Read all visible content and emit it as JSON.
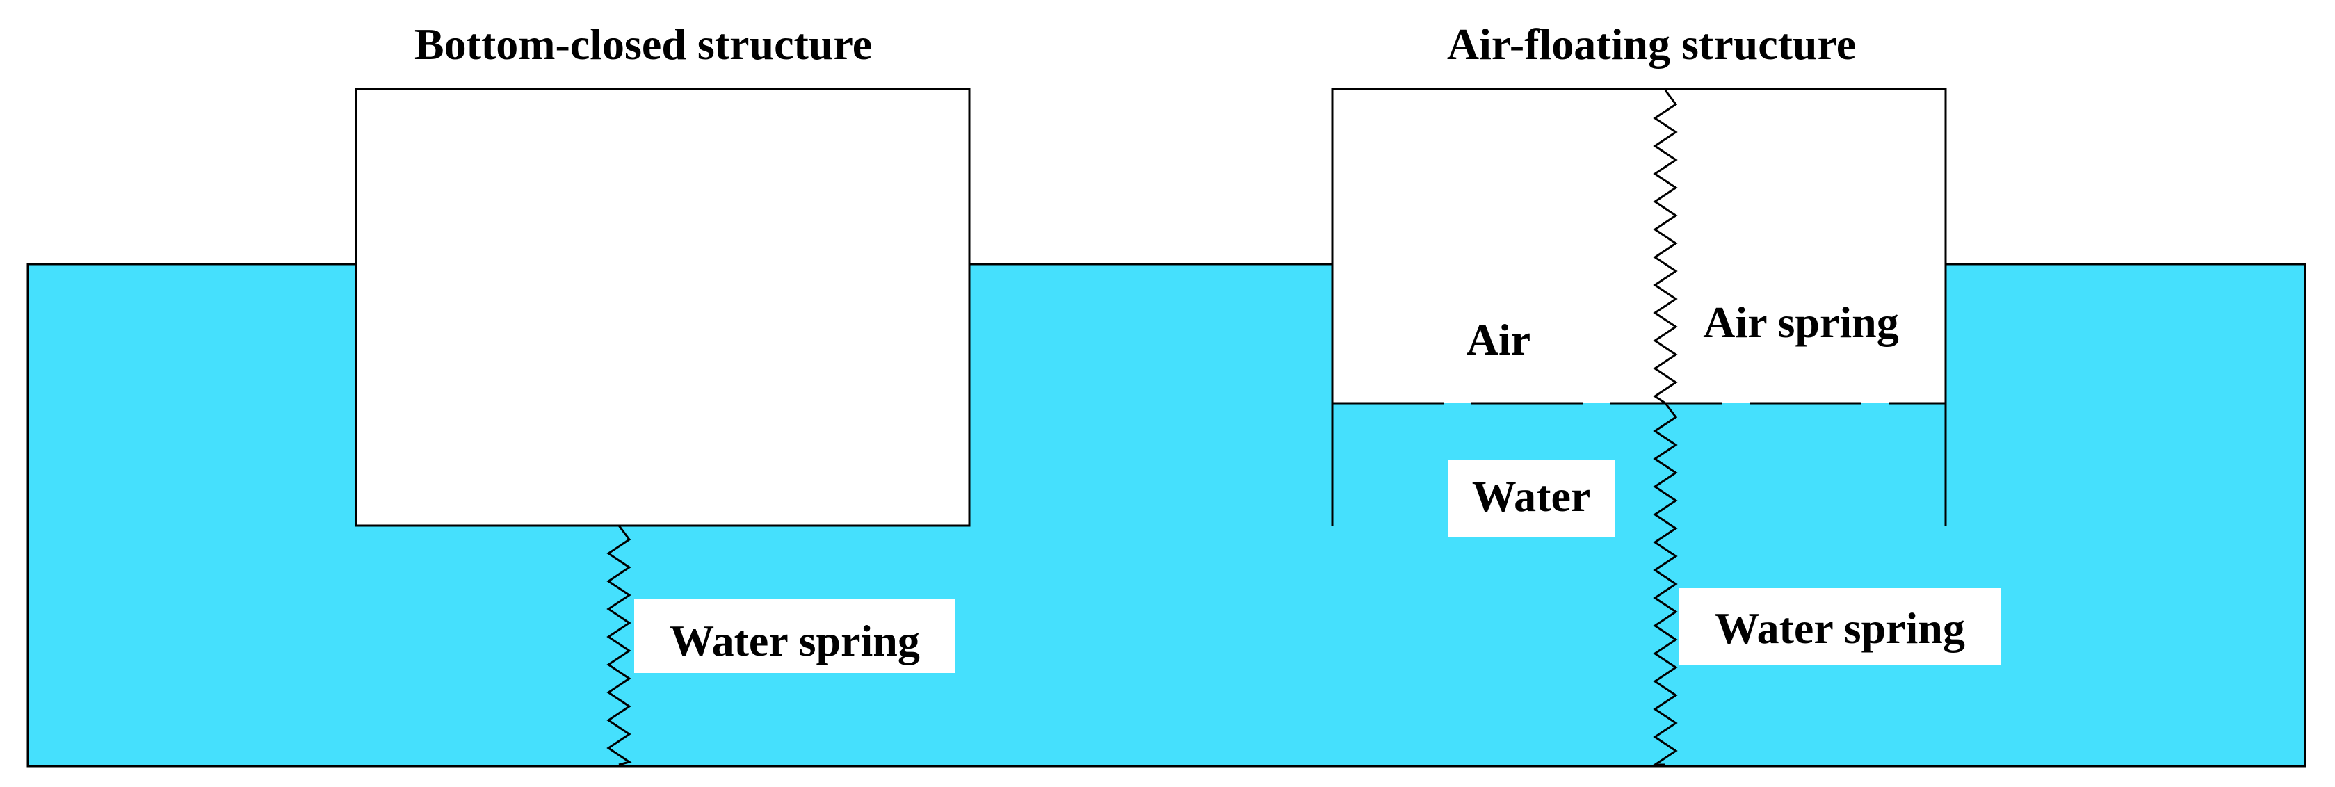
{
  "colors": {
    "water": "#45E0FD",
    "outline": "#000000",
    "label_background": "#ffffff"
  },
  "left_structure": {
    "title": "Bottom-closed structure",
    "spring_label": "Water spring"
  },
  "right_structure": {
    "title": "Air-floating structure",
    "air_label": "Air",
    "air_spring_label": "Air spring",
    "water_label": "Water",
    "water_spring_label": "Water spring"
  }
}
